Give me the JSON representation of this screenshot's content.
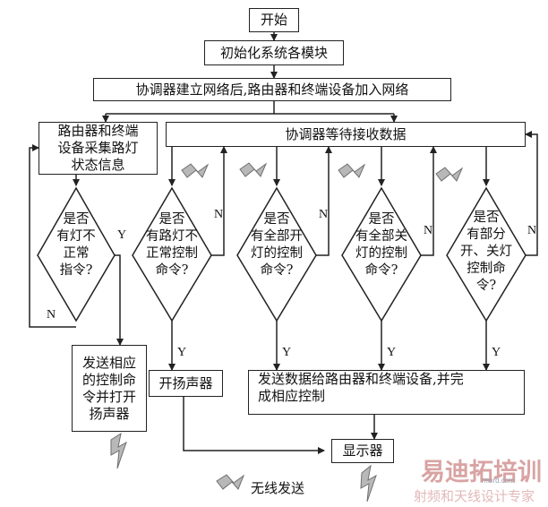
{
  "nodes": {
    "start": "开始",
    "init": "初始化系统各模块",
    "coord_build": "协调器建立网络后,路由器和终端设备加入网络",
    "collect": [
      "路由器和终端",
      "设备采集路灯",
      "状态信息"
    ],
    "wait": "协调器等待接收数据",
    "d1": [
      "是否",
      "有灯不",
      "正常",
      "指令?"
    ],
    "d2": [
      "是否",
      "有路灯不",
      "正常控制",
      "命令?"
    ],
    "d3": [
      "是否",
      "有全部开",
      "灯的控制",
      "命令?"
    ],
    "d4": [
      "是否",
      "有全部关",
      "灯的控制",
      "命令?"
    ],
    "d5": [
      "是否",
      "有部分",
      "开、关灯",
      "控制命",
      "令?"
    ],
    "send_speaker": [
      "发送相应",
      "的控制命",
      "令并打开",
      "扬声器"
    ],
    "open_speaker": "开扬声器",
    "send_data": [
      "发送数据给路由器和终端设备,并完",
      "成相应控制"
    ],
    "display": "显示器"
  },
  "labels": {
    "yes": "Y",
    "no": "N"
  },
  "legend": {
    "wireless": "无线发送"
  },
  "watermark": {
    "brand": "易迪拓培训",
    "sub": "射频和天线设计专家",
    "url": "mwrd.com"
  },
  "colors": {
    "line": "#222222",
    "wireless_icon": "#8a8a8a",
    "watermark": "#d9a3a3"
  }
}
